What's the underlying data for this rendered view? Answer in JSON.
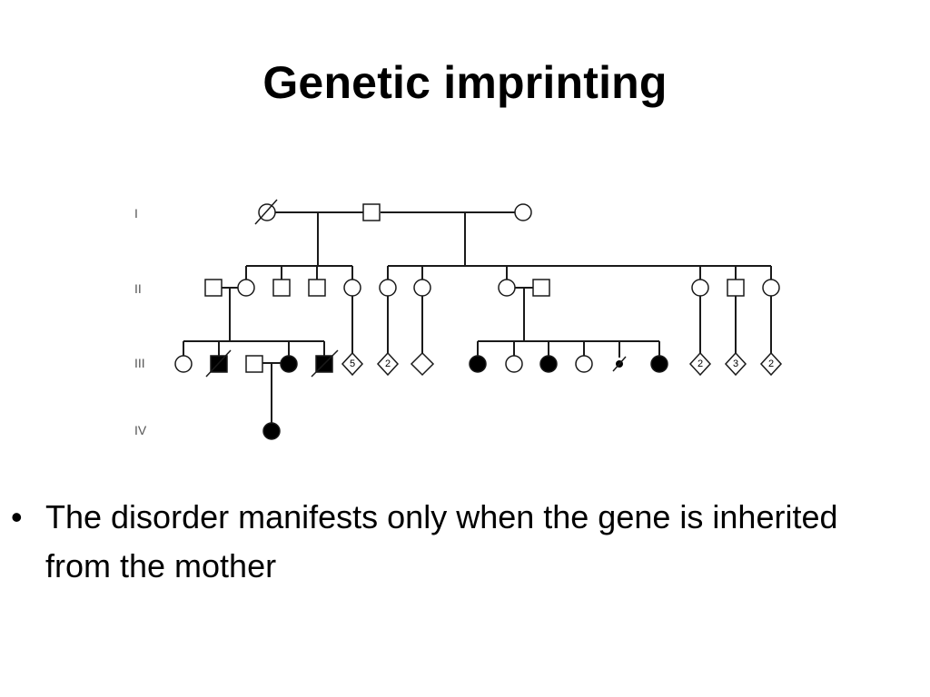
{
  "slide": {
    "title": "Genetic imprinting",
    "bullets": [
      {
        "marker": "•",
        "text": "The disorder manifests only when the gene is inherited from the mother"
      }
    ]
  },
  "pedigree": {
    "generation_labels": [
      "I",
      "II",
      "III",
      "IV"
    ],
    "diamond_counts": [
      "5",
      "2",
      "2",
      "3",
      "2"
    ],
    "colors": {
      "line": "#1a1a1a",
      "affected": "#000000",
      "unaffected": "#ffffff"
    }
  }
}
